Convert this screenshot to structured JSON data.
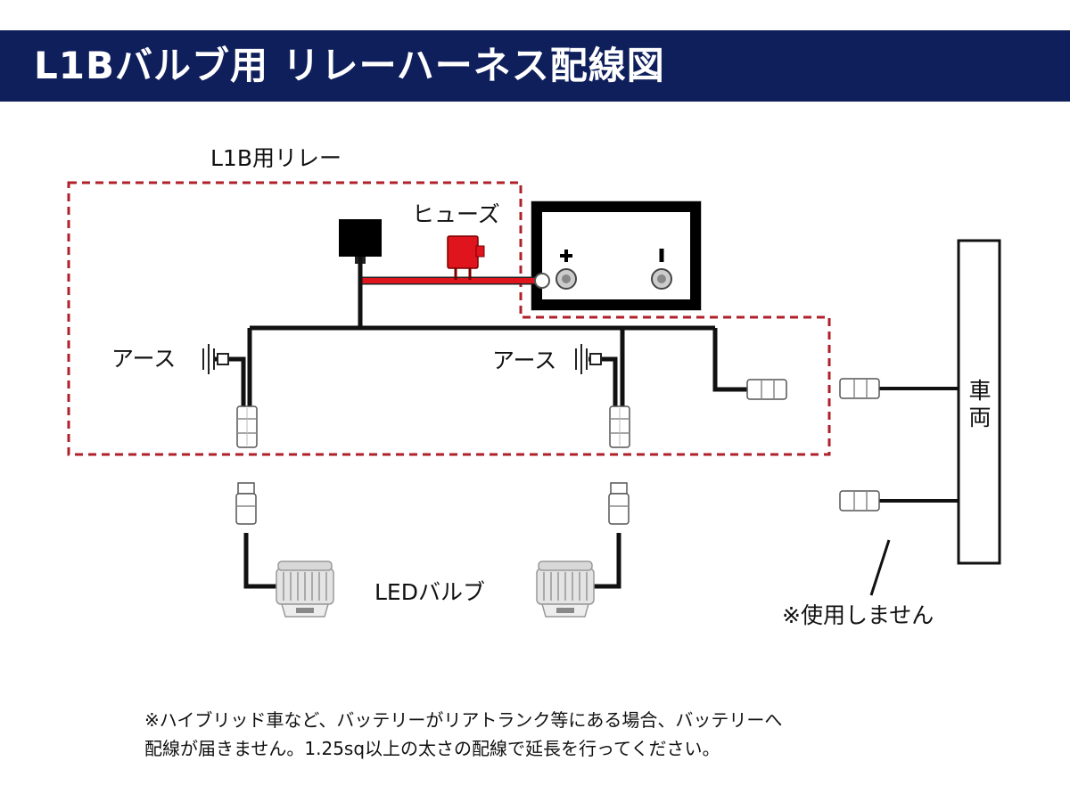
{
  "header": {
    "title": "L1Bバルブ用 リレーハーネス配線図"
  },
  "labels": {
    "relay": "L1B用リレー",
    "fuse": "ヒューズ",
    "earth_left": "アース",
    "earth_right": "アース",
    "vehicle": "車両",
    "led_bulb": "LEDバルブ",
    "not_used": "※使用しません"
  },
  "footnote": {
    "line1": "※ハイブリッド車など、バッテリーがリアトランク等にある場合、バッテリーへ",
    "line2": "配線が届きません。1.25sq以上の太さの配線で延長を行ってください。"
  },
  "colors": {
    "header_bg": "#0f1f5c",
    "relay_outline": "#b0202a",
    "positive_wire": "#e0141c",
    "wire": "#111111",
    "battery_border": "#000000"
  }
}
